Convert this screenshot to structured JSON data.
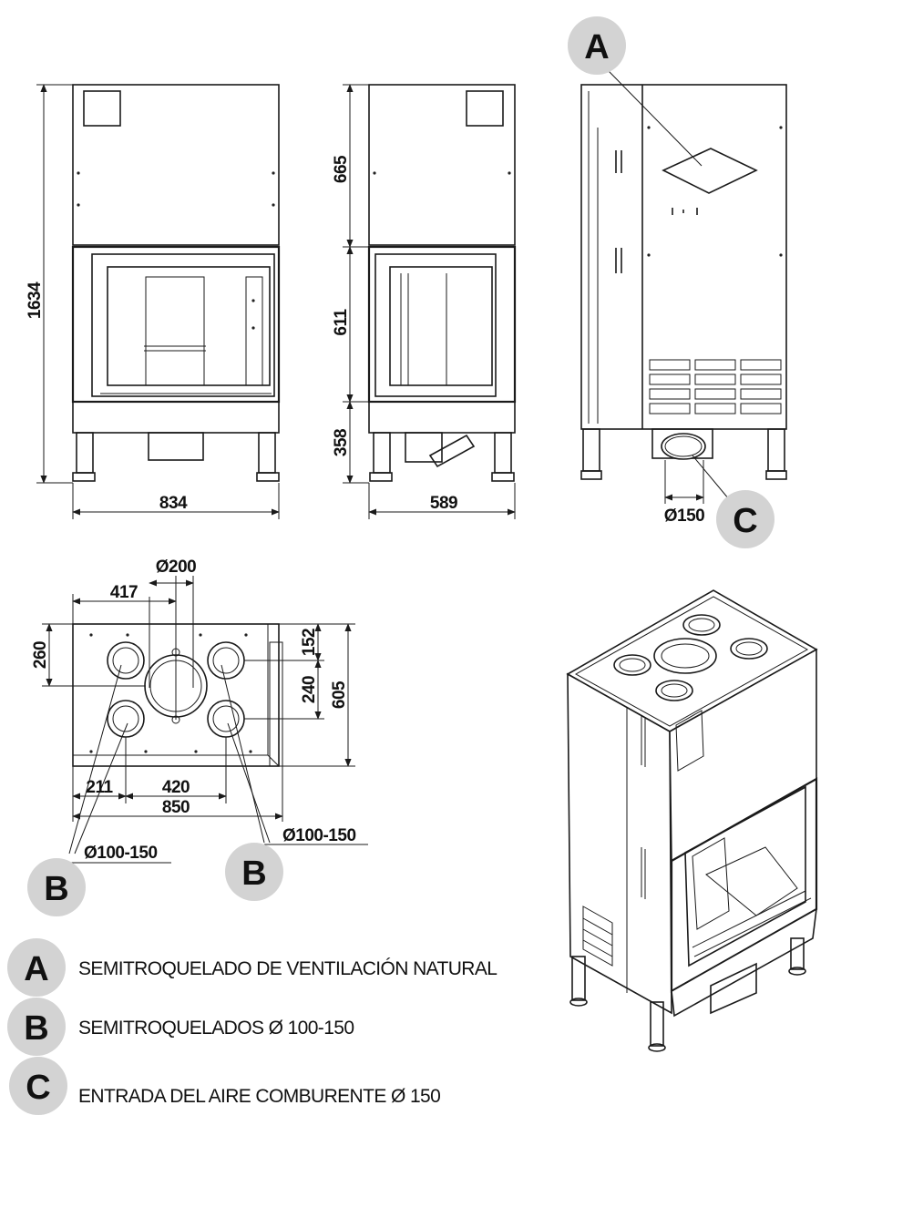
{
  "views": {
    "front": {
      "height_total": "1634",
      "width": "834"
    },
    "side": {
      "top_height": "665",
      "mid_height": "611",
      "bottom_height": "358",
      "width": "589"
    },
    "rear": {
      "inlet_diameter": "Ø150",
      "marker_a": "A",
      "marker_c": "C"
    },
    "top": {
      "center_flue": "Ø200",
      "half_width": "417",
      "depth_front": "260",
      "offset_top": "152",
      "spacing_vertical": "240",
      "depth_total": "605",
      "offset_left": "211",
      "spacing_horizontal": "420",
      "width_total": "850",
      "knockout_left": "Ø100-150",
      "knockout_right": "Ø100-150",
      "marker_b_left": "B",
      "marker_b_right": "B"
    }
  },
  "legend": [
    {
      "letter": "A",
      "text": "SEMITROQUELADO DE VENTILACIÓN NATURAL"
    },
    {
      "letter": "B",
      "text": "SEMITROQUELADOS Ø 100-150"
    },
    {
      "letter": "C",
      "text": "ENTRADA DEL AIRE COMBURENTE  Ø 150"
    }
  ],
  "colors": {
    "line": "#1a1a1a",
    "badge": "#d3d3d3"
  }
}
